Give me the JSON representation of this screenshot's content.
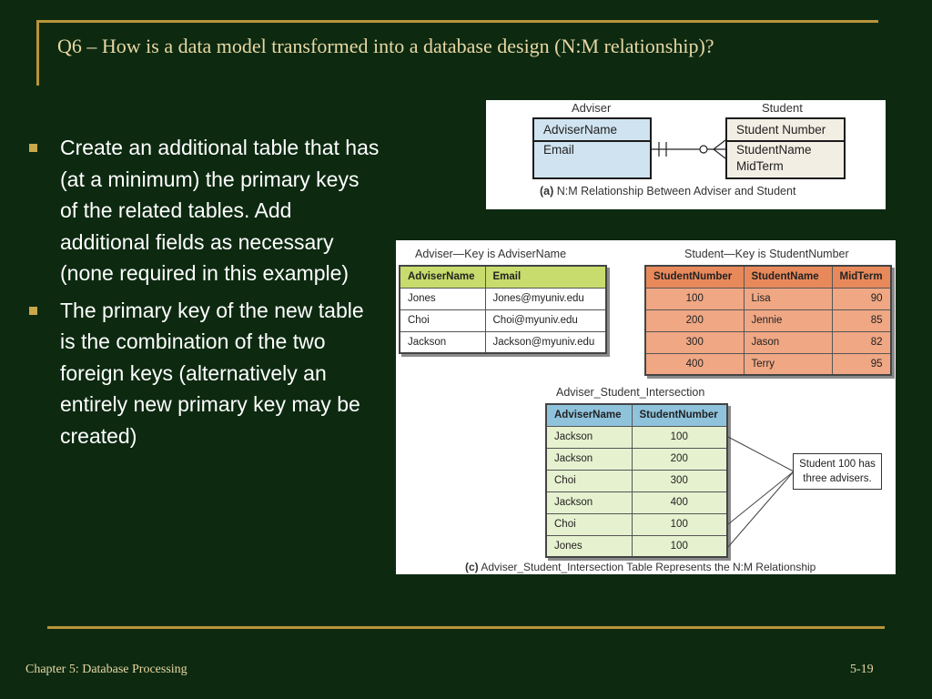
{
  "slide": {
    "title": "Q6 – How is a data model transformed into a database design (N:M relationship)?",
    "bullets": [
      "Create an additional table that has (at a minimum) the primary keys of the related tables. Add additional fields as necessary (none required in this example)",
      "The primary key of the new table is the combination of the two foreign keys (alternatively an entirely new primary key may be created)"
    ],
    "footer_left": "Chapter 5: Database Processing",
    "footer_right": "5-19"
  },
  "figure_a": {
    "adviser_label": "Adviser",
    "student_label": "Student",
    "adviser_fields": [
      "AdviserName",
      "Email"
    ],
    "student_fields": [
      "Student Number",
      "StudentName",
      "MidTerm"
    ],
    "caption_letter": "(a)",
    "caption_text": "N:M Relationship Between Adviser and Student"
  },
  "figure_b": {
    "adviser_caption": "Adviser—Key is AdviserName",
    "student_caption": "Student—Key is StudentNumber",
    "adviser_headers": [
      "AdviserName",
      "Email"
    ],
    "adviser_rows": [
      [
        "Jones",
        "Jones@myuniv.edu"
      ],
      [
        "Choi",
        "Choi@myuniv.edu"
      ],
      [
        "Jackson",
        "Jackson@myuniv.edu"
      ]
    ],
    "student_headers": [
      "StudentNumber",
      "StudentName",
      "MidTerm"
    ],
    "student_rows": [
      [
        "100",
        "Lisa",
        "90"
      ],
      [
        "200",
        "Jennie",
        "85"
      ],
      [
        "300",
        "Jason",
        "82"
      ],
      [
        "400",
        "Terry",
        "95"
      ]
    ]
  },
  "figure_c": {
    "table_caption": "Adviser_Student_Intersection",
    "headers": [
      "AdviserName",
      "StudentNumber"
    ],
    "rows": [
      [
        "Jackson",
        "100"
      ],
      [
        "Jackson",
        "200"
      ],
      [
        "Choi",
        "300"
      ],
      [
        "Jackson",
        "400"
      ],
      [
        "Choi",
        "100"
      ],
      [
        "Jones",
        "100"
      ]
    ],
    "callout_line1": "Student 100 has",
    "callout_line2": "three advisers.",
    "caption_letter": "(c)",
    "caption_text": "Adviser_Student_Intersection Table Represents the N:M Relationship"
  },
  "colors": {
    "background": "#0d2a11",
    "accent_gold": "#b8953a",
    "title_text": "#e8d7a3"
  }
}
